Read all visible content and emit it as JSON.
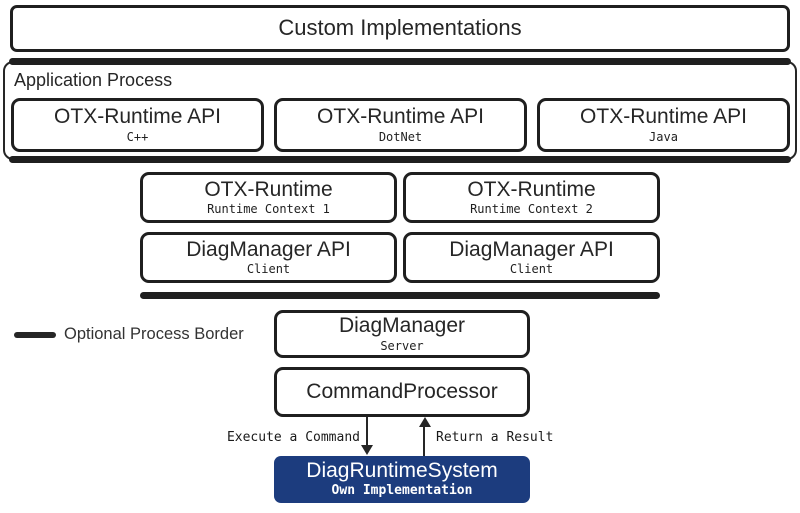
{
  "diagram": {
    "top_box": {
      "title": "Custom Implementations"
    },
    "application_process": {
      "label": "Application Process",
      "api_boxes": [
        {
          "title": "OTX-Runtime API",
          "subtitle": "C++"
        },
        {
          "title": "OTX-Runtime API",
          "subtitle": "DotNet"
        },
        {
          "title": "OTX-Runtime API",
          "subtitle": "Java"
        }
      ]
    },
    "runtime_boxes": [
      {
        "title": "OTX-Runtime",
        "subtitle": "Runtime Context 1"
      },
      {
        "title": "OTX-Runtime",
        "subtitle": "Runtime Context 2"
      }
    ],
    "diagmanager_api_boxes": [
      {
        "title": "DiagManager API",
        "subtitle": "Client"
      },
      {
        "title": "DiagManager API",
        "subtitle": "Client"
      }
    ],
    "legend": {
      "label": "Optional Process Border"
    },
    "diagmanager_box": {
      "title": "DiagManager",
      "subtitle": "Server"
    },
    "command_processor_box": {
      "title": "CommandProcessor"
    },
    "flow_labels": {
      "execute": "Execute a Command",
      "return": "Return a Result"
    },
    "diag_runtime_system_box": {
      "title": "DiagRuntimeSystem",
      "subtitle": "Own Implementation"
    },
    "colors": {
      "box_border": "#1f1f1f",
      "process_bar": "#262626",
      "highlight_fill": "#1c3c7e",
      "highlight_text": "#ffffff"
    }
  }
}
